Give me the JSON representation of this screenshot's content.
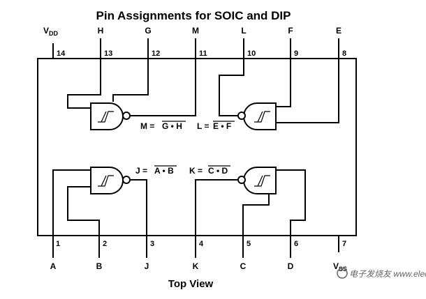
{
  "title": "Pin Assignments for SOIC and DIP",
  "footer": "Top View",
  "watermark": "电子发烧友 www.elecfans.com",
  "top_pins": [
    {
      "num": "14",
      "label": "VDD",
      "label_main": "V",
      "label_sub": "DD"
    },
    {
      "num": "13",
      "label": "H"
    },
    {
      "num": "12",
      "label": "G"
    },
    {
      "num": "11",
      "label": "M"
    },
    {
      "num": "10",
      "label": "L"
    },
    {
      "num": "9",
      "label": "F"
    },
    {
      "num": "8",
      "label": "E"
    }
  ],
  "bottom_pins": [
    {
      "num": "1",
      "label": "A"
    },
    {
      "num": "2",
      "label": "B"
    },
    {
      "num": "3",
      "label": "J"
    },
    {
      "num": "4",
      "label": "K"
    },
    {
      "num": "5",
      "label": "C"
    },
    {
      "num": "6",
      "label": "D"
    },
    {
      "num": "7",
      "label": "VSS",
      "label_main": "V",
      "label_sub": "SS"
    }
  ],
  "equations": {
    "M": {
      "lhs": "M =",
      "rhs": "G • H"
    },
    "L": {
      "lhs": "L =",
      "rhs": "E • F"
    },
    "J": {
      "lhs": "J =",
      "rhs": "A • B"
    },
    "K": {
      "lhs": "K =",
      "rhs": "C • D"
    }
  }
}
